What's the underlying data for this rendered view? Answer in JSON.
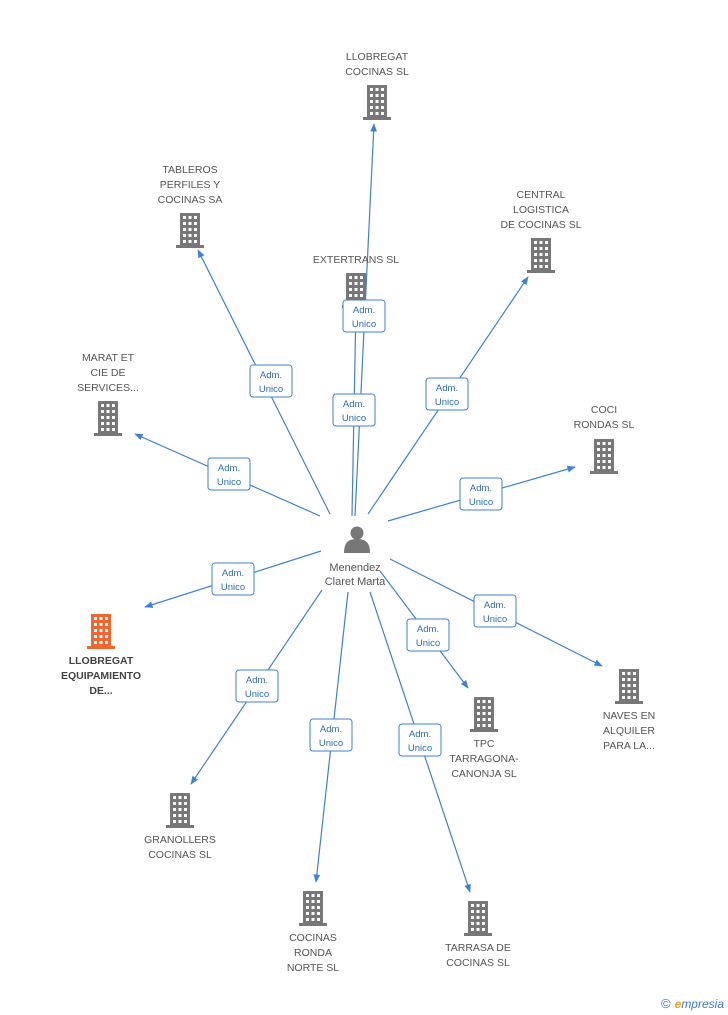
{
  "center": {
    "name_lines": [
      "Menendez",
      "Claret Marta"
    ],
    "icon": "person-icon"
  },
  "colors": {
    "edge": "#3b82d6",
    "label_border": "#3b82d6",
    "label_text": "#2a6db5",
    "building": "#777777",
    "building_highlight": "#f26530",
    "node_text": "#555555"
  },
  "nodes": [
    {
      "id": "llobregat-cocinas",
      "lines": [
        "LLOBREGAT",
        "COCINAS SL"
      ],
      "highlight": false,
      "edge_label": [
        "Adm.",
        "Unico"
      ]
    },
    {
      "id": "tableros-perfiles",
      "lines": [
        "TABLEROS",
        "PERFILES Y",
        "COCINAS SA"
      ],
      "highlight": false,
      "edge_label": [
        "Adm.",
        "Unico"
      ]
    },
    {
      "id": "extertrans",
      "lines": [
        "EXTERTRANS SL"
      ],
      "highlight": false,
      "edge_label": [
        "Adm.",
        "Unico"
      ]
    },
    {
      "id": "central-logistica",
      "lines": [
        "CENTRAL",
        "LOGISTICA",
        "DE COCINAS SL"
      ],
      "highlight": false,
      "edge_label": [
        "Adm.",
        "Unico"
      ]
    },
    {
      "id": "marat-cie",
      "lines": [
        "MARAT ET",
        "CIE DE",
        "SERVICES..."
      ],
      "highlight": false,
      "edge_label": [
        "Adm.",
        "Unico"
      ]
    },
    {
      "id": "coci-rondas",
      "lines": [
        "COCI",
        "RONDAS SL"
      ],
      "highlight": false,
      "edge_label": [
        "Adm.",
        "Unico"
      ]
    },
    {
      "id": "llobregat-equipamiento",
      "lines": [
        "LLOBREGAT",
        "EQUIPAMIENTO",
        "DE..."
      ],
      "highlight": true,
      "edge_label": [
        "Adm.",
        "Unico"
      ]
    },
    {
      "id": "naves-alquiler",
      "lines": [
        "NAVES EN",
        "ALQUILER",
        "PARA LA..."
      ],
      "highlight": false,
      "edge_label": [
        "Adm.",
        "Unico"
      ]
    },
    {
      "id": "tpc-tarragona",
      "lines": [
        "TPC",
        "TARRAGONA-",
        "CANONJA SL"
      ],
      "highlight": false,
      "edge_label": [
        "Adm.",
        "Unico"
      ]
    },
    {
      "id": "granollers-cocinas",
      "lines": [
        "GRANOLLERS",
        "COCINAS SL"
      ],
      "highlight": false,
      "edge_label": [
        "Adm.",
        "Unico"
      ]
    },
    {
      "id": "cocinas-ronda-norte",
      "lines": [
        "COCINAS",
        "RONDA",
        "NORTE SL"
      ],
      "highlight": false,
      "edge_label": [
        "Adm.",
        "Unico"
      ]
    },
    {
      "id": "tarrasa-cocinas",
      "lines": [
        "TARRASA DE",
        "COCINAS SL"
      ],
      "highlight": false,
      "edge_label": [
        "Adm.",
        "Unico"
      ]
    }
  ],
  "brand": {
    "copyright": "©",
    "e": "e",
    "rest": "mpresia"
  }
}
